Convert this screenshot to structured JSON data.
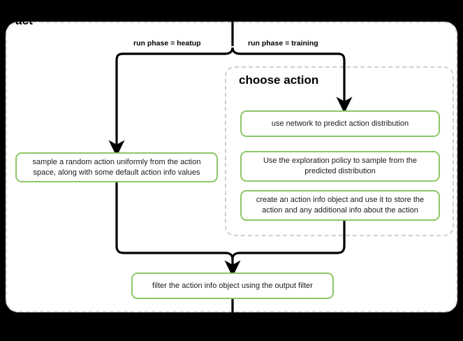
{
  "diagram": {
    "type": "flowchart",
    "background_color": "#000000",
    "panel_color": "#ffffff",
    "accent_green": "#8cc765",
    "dashed_border_color": "#d9d9d9",
    "line_color": "#000000"
  },
  "act_panel": {
    "title": "act"
  },
  "choose_panel": {
    "title": "choose action"
  },
  "edge_labels": {
    "heatup": "run phase = heatup",
    "training": "run phase = training"
  },
  "boxes": {
    "sample_random_action": "sample a random action uniformly from the action space, along with some default action info values",
    "use_network": "use network to predict action distribution",
    "exploration_policy": "Use the exploration policy to sample from the predicted distribution",
    "create_action_info": "create an action info object and use it to store the action and any additional info about the action",
    "filter_action_info": "filter the action info object using the output filter"
  }
}
